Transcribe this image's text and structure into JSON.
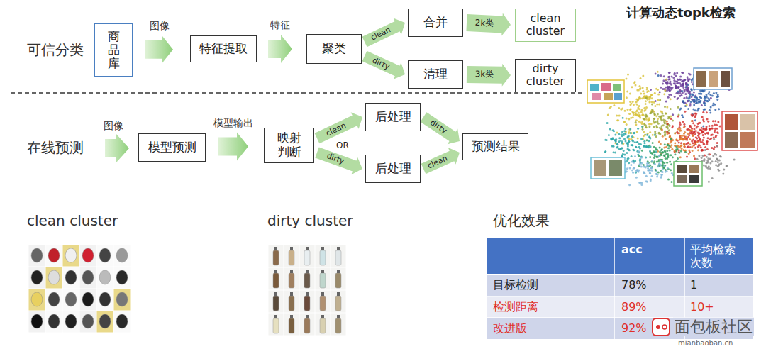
{
  "diagram": {
    "nodes": [
      {
        "text": [
          "商品库"
        ]
      },
      {
        "text": [
          "特征提取"
        ]
      },
      {
        "text": [
          "聚类"
        ]
      },
      {
        "text": [
          "合并"
        ]
      },
      {
        "text": [
          "清理"
        ]
      },
      {
        "text": [
          "clean cluster"
        ]
      },
      {
        "text": [
          "dirty cluster"
        ]
      },
      {
        "text": [
          "模型预测"
        ]
      },
      {
        "text": [
          "映射判断"
        ]
      },
      {
        "text": [
          "后处理"
        ]
      },
      {
        "text": [
          "后处理"
        ]
      },
      {
        "text": [
          "预测结果"
        ]
      }
    ],
    "edges": [
      {
        "from": 0,
        "to": 1,
        "arrow": "to",
        "label": "图像"
      },
      {
        "from": 1,
        "to": 2,
        "arrow": "to",
        "label": "特征"
      },
      {
        "from": 2,
        "to": 3,
        "arrow": "to",
        "label": "clean"
      },
      {
        "from": 2,
        "to": 4,
        "arrow": "to",
        "label": "dirty"
      },
      {
        "from": 3,
        "to": 5,
        "arrow": "to",
        "label": "2k类"
      },
      {
        "from": 4,
        "to": 6,
        "arrow": "to",
        "label": "3k类"
      },
      {
        "from": 7,
        "to": 8,
        "arrow": "to",
        "label": "模型输出"
      },
      {
        "from": 8,
        "to": 9,
        "arrow": "to",
        "label": "clean"
      },
      {
        "from": 8,
        "to": 10,
        "arrow": "to",
        "label": "dirty"
      },
      {
        "from": 9,
        "to": 11,
        "arrow": "to",
        "label": "dirty"
      },
      {
        "from": 10,
        "to": 11,
        "arrow": "to",
        "label": "clean"
      }
    ],
    "labels": [
      "可信分类",
      "计算动态topk检索",
      "在线预测",
      "图像",
      "OR",
      "clean cluster",
      "dirty cluster",
      "优化效果",
      "acc",
      "平均检索次数",
      "目标检测",
      "78%",
      "1",
      "检测距离",
      "89%",
      "10+",
      "改进版",
      "92%",
      "面包板社区",
      "mianbaoban.cn"
    ]
  }
}
